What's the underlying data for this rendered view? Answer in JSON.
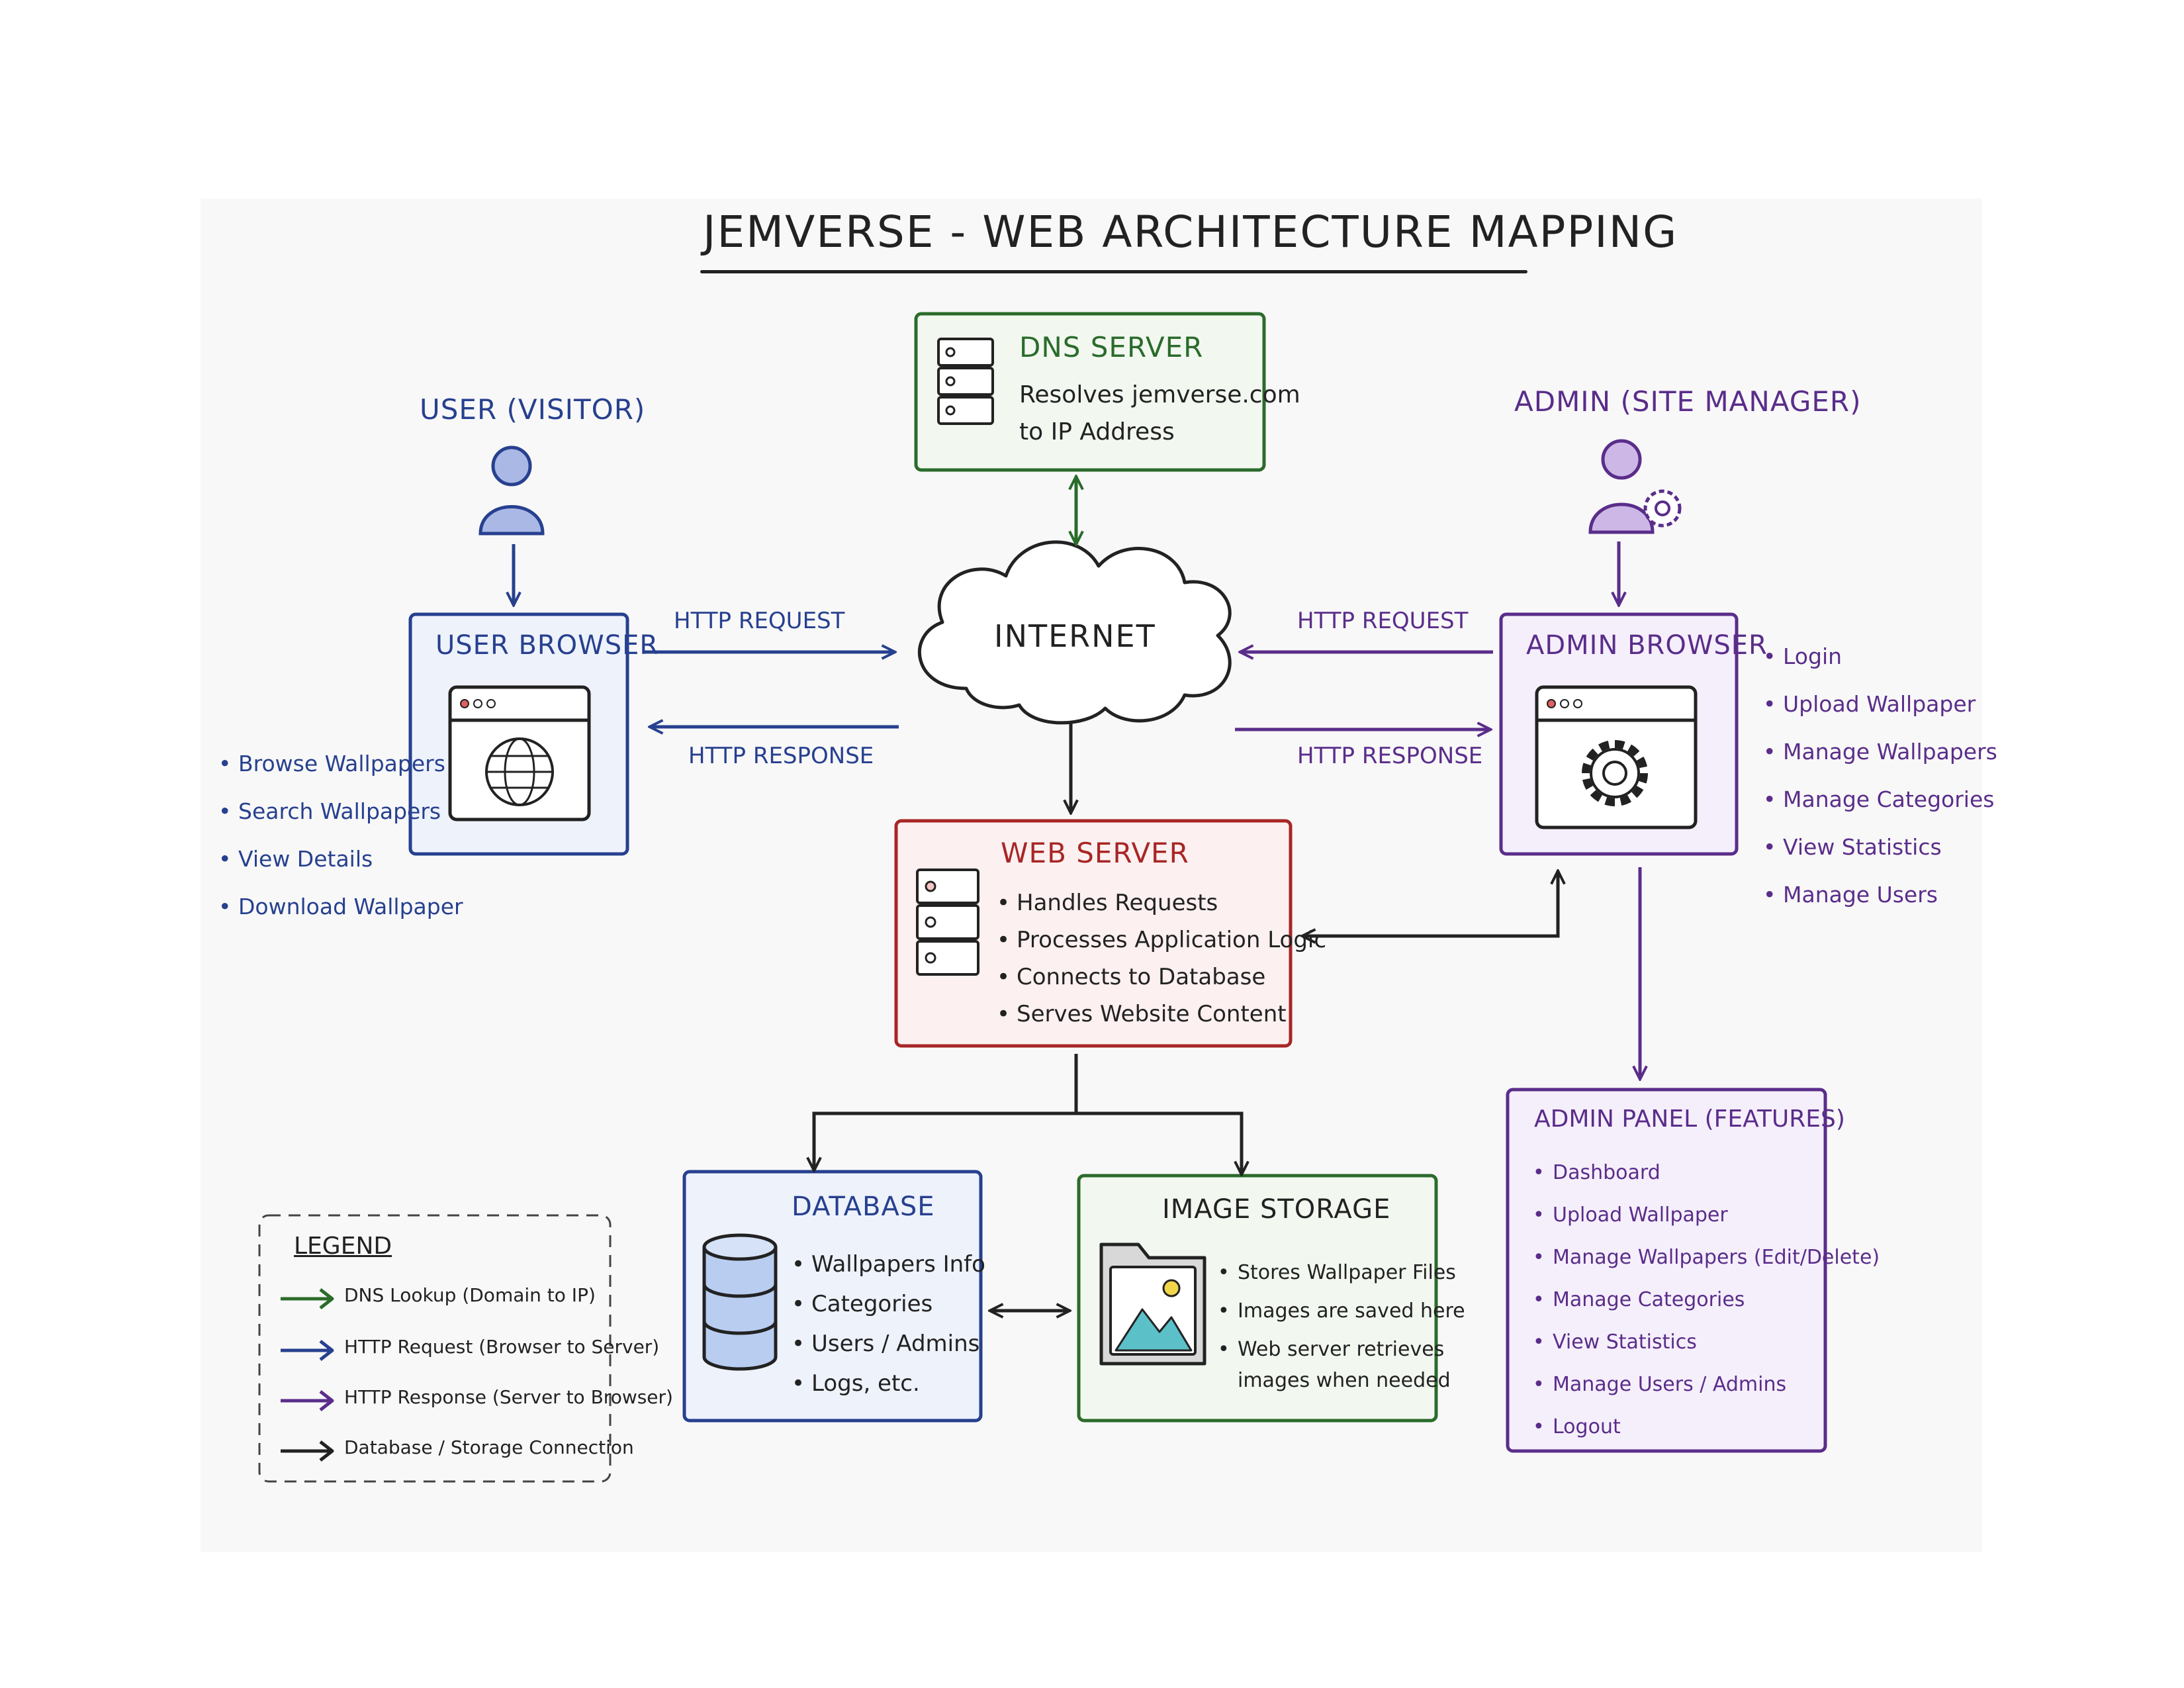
{
  "title": "JEMVERSE - WEB ARCHITECTURE MAPPING",
  "colors": {
    "user": "#27408f",
    "dns": "#2b6b2b",
    "admin": "#5a2d8a",
    "web_server": "#a82626",
    "connection": "#222222",
    "user_fill": "#eef2fb",
    "admin_fill": "#f5effb",
    "dns_fill": "#f2f8f0",
    "web_fill": "#fcf0f0"
  },
  "icons": [
    "person-icon",
    "admin-person-gear-icon",
    "server-rack-icon",
    "cloud-icon",
    "browser-globe-icon",
    "browser-gear-icon",
    "database-cylinder-icon",
    "image-folder-icon"
  ],
  "user": {
    "label": "USER (VISITOR)",
    "browser_title": "USER BROWSER",
    "features": [
      "Browse Wallpapers",
      "Search Wallpapers",
      "View Details",
      "Download Wallpaper"
    ]
  },
  "dns": {
    "title": "DNS SERVER",
    "desc": [
      "Resolves jemverse.com",
      "to IP Address"
    ]
  },
  "internet": {
    "label": "INTERNET"
  },
  "links": {
    "user_request": "HTTP REQUEST",
    "user_response": "HTTP RESPONSE",
    "admin_request": "HTTP REQUEST",
    "admin_response": "HTTP RESPONSE"
  },
  "admin": {
    "label": "ADMIN (SITE MANAGER)",
    "browser_title": "ADMIN BROWSER",
    "actions": [
      "Login",
      "Upload Wallpaper",
      "Manage Wallpapers",
      "Manage Categories",
      "View Statistics",
      "Manage Users"
    ]
  },
  "web_server": {
    "title": "WEB SERVER",
    "items": [
      "Handles Requests",
      "Processes Application Logic",
      "Connects to Database",
      "Serves Website Content"
    ]
  },
  "database": {
    "title": "DATABASE",
    "items": [
      "Wallpapers Info",
      "Categories",
      "Users / Admins",
      "Logs, etc."
    ]
  },
  "image_storage": {
    "title": "IMAGE STORAGE",
    "items": [
      "Stores Wallpaper Files",
      "Images are saved here",
      "Web server retrieves"
    ],
    "last_item_cont": "images when needed"
  },
  "admin_panel": {
    "title": "ADMIN PANEL (FEATURES)",
    "items": [
      "Dashboard",
      "Upload Wallpaper",
      "Manage Wallpapers (Edit/Delete)",
      "Manage Categories",
      "View Statistics",
      "Manage Users / Admins",
      "Logout"
    ]
  },
  "legend": {
    "title": "LEGEND",
    "entries": [
      {
        "label": "DNS Lookup (Domain to IP)",
        "color": "#2b6b2b"
      },
      {
        "label": "HTTP Request (Browser to Server)",
        "color": "#27408f"
      },
      {
        "label": "HTTP Response (Server to Browser)",
        "color": "#5a2d8a"
      },
      {
        "label": "Database / Storage Connection",
        "color": "#222222"
      }
    ]
  }
}
